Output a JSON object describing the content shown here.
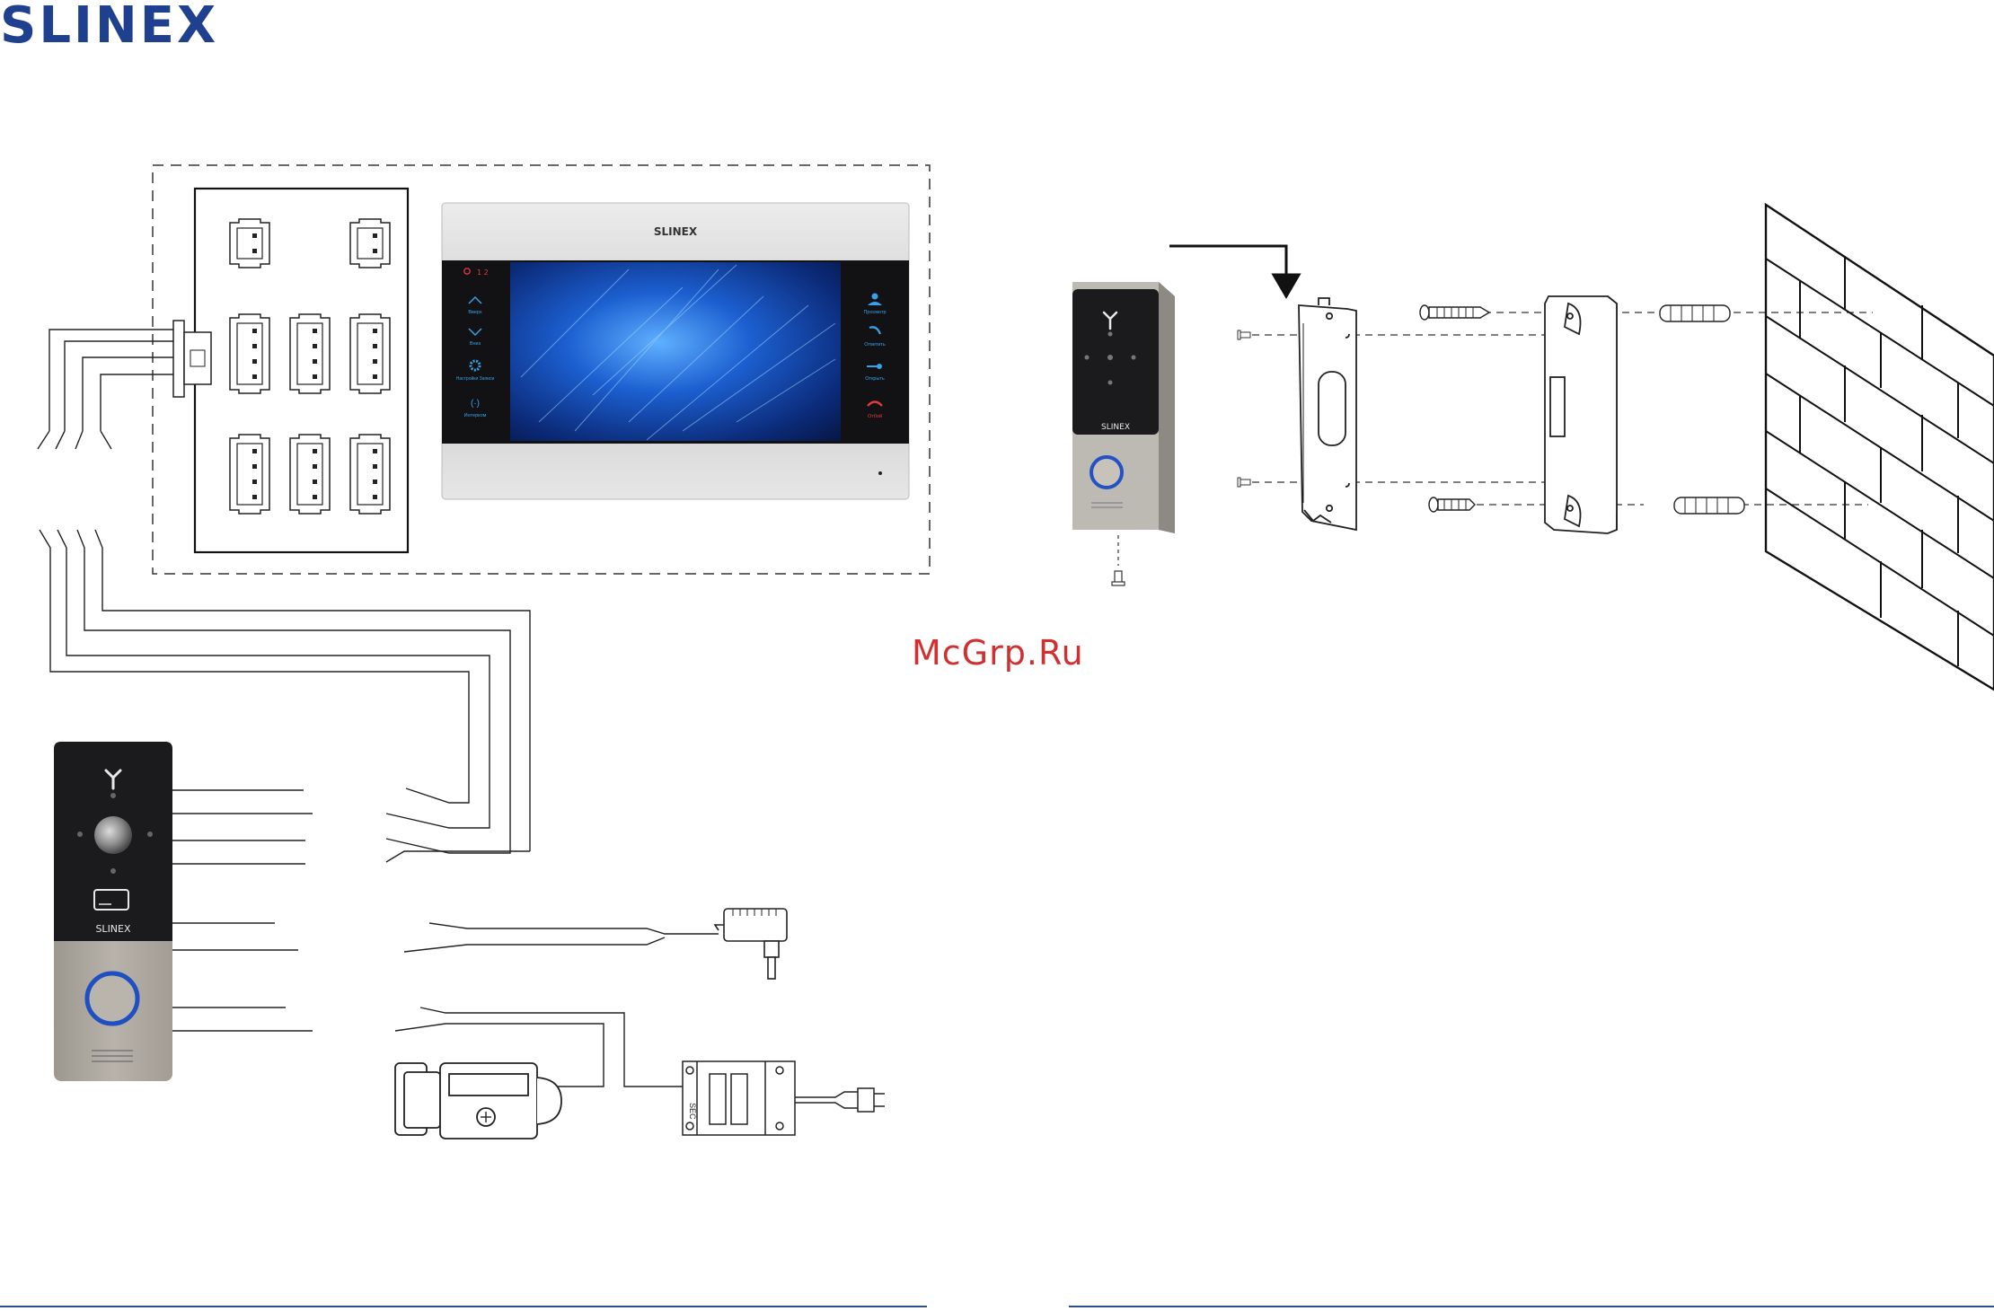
{
  "brand": {
    "logo_text": "SLINEX"
  },
  "watermark": "McGrp.Ru",
  "monitor": {
    "brand": "SLINEX",
    "channel_indicator": "1  2",
    "left_buttons": [
      "Вверх",
      "Вниз",
      "Настройки Записи",
      "Интерком"
    ],
    "right_buttons": [
      "Просмотр",
      "Ответить",
      "Открыть",
      "Отбой"
    ]
  },
  "doorbell_panel": {
    "brand": "SLINEX"
  },
  "mount_panel": {
    "brand": "SLINEX"
  },
  "power_supply": {
    "label": "SEC"
  },
  "colors": {
    "brand_blue": "#1f3f8f",
    "watermark_red": "#d03030",
    "screen_blue": "#1a4fb5",
    "button_icon_blue": "#3aa0e8",
    "panel_black": "#1b1b1d",
    "panel_silver": "#a9a49c"
  },
  "icons": [
    "arrow-up-icon",
    "arrow-down-icon",
    "gear-icon",
    "intercom-icon",
    "person-icon",
    "handset-icon",
    "key-icon",
    "hangup-icon",
    "antenna-icon",
    "card-reader-icon",
    "call-button-icon"
  ]
}
